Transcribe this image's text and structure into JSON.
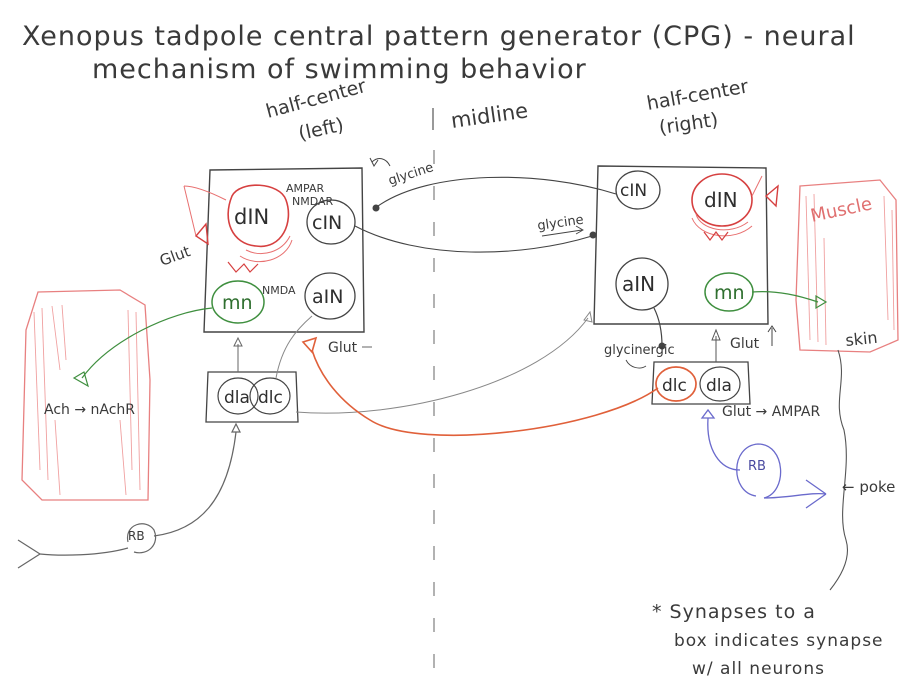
{
  "title": {
    "line1": "Xenopus tadpole central pattern generator (CPG) - neural",
    "line2": "mechanism of swimming behavior"
  },
  "headers": {
    "left": [
      "half-center",
      "(left)"
    ],
    "midline": "midline",
    "right": [
      "half-center",
      "(right)"
    ]
  },
  "left_box": {
    "dIN": "dIN",
    "cIN": "cIN",
    "mn": "mn",
    "aIN": "aIN",
    "receptors": [
      "AMPAR",
      "NMDAR"
    ],
    "nmda": "NMDA"
  },
  "right_box": {
    "cIN": "cIN",
    "dIN": "dIN",
    "aIN": "aIN",
    "mn": "mn"
  },
  "left_sensory": {
    "dla": "dla",
    "dlc": "dlc"
  },
  "right_sensory": {
    "dlc": "dlc",
    "dla": "dla"
  },
  "labels": {
    "glycine_top": "glycine",
    "glycine_mid": "glycine",
    "glut_left": "Glut",
    "glut_center": "Glut",
    "glycinergic": "glycinergic",
    "glut_right": "Glut",
    "glut_ampar": "Glut → AMPAR",
    "muscle": "Muscle",
    "skin": "skin",
    "ach": "Ach → nAchR",
    "rb_left": "RB",
    "rb_right": "RB",
    "poke": "← poke"
  },
  "footnote": [
    "* Synapses to a",
    "box indicates synapse",
    "w/ all neurons"
  ],
  "colors": {
    "ink": "#3a3a3a",
    "excitatory_red": "#e0603a",
    "din_red": "#d64040",
    "muscle_red": "#e88080",
    "motor_green": "#3f8f3f",
    "sensory_purple": "#6a6acc",
    "pencil_gray": "#888888"
  }
}
